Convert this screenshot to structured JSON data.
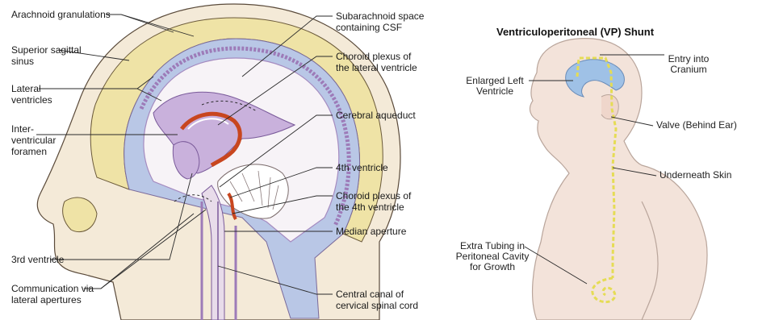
{
  "left_diagram": {
    "labels": {
      "arachnoid_granulations": "Arachnoid granulations",
      "superior_sagittal_sinus": "Superior sagittal\nsinus",
      "lateral_ventricles": "Lateral\nventricles",
      "interventricular_foramen": "Inter-\nventricular\nforamen",
      "third_ventricle": "3rd ventricle",
      "communication_lateral_apertures": "Communication via\nlateral apertures",
      "subarachnoid_space": "Subarachnoid space\ncontaining CSF",
      "choroid_plexus_lateral": "Choroid plexus of\nthe lateral ventricle",
      "cerebral_aqueduct": "Cerebral aqueduct",
      "fourth_ventricle": "4th ventricle",
      "choroid_plexus_fourth": "Choroid plexus of\nthe 4th ventricle",
      "median_aperture": "Median aperture",
      "central_canal": "Central canal of\ncervical spinal cord"
    },
    "colors": {
      "skin": "#f4ead8",
      "bone": "#efe3a6",
      "csf_space": "#b9c7e6",
      "brain": "#f7f3f7",
      "ventricle": "#c9b1dc",
      "choroid": "#c8461f",
      "dura": "#9d7bb8"
    }
  },
  "right_diagram": {
    "title": "Ventriculoperitoneal (VP) Shunt",
    "labels": {
      "enlarged_left_ventricle": "Enlarged Left\nVentricle",
      "entry_into_cranium": "Entry into\nCranium",
      "valve_behind_ear": "Valve (Behind Ear)",
      "underneath_skin": "Underneath Skin",
      "extra_tubing": "Extra Tubing in\nPeritoneal Cavity\nfor Growth"
    },
    "colors": {
      "skin": "#f3e3da",
      "ventricle": "#9fc1e6",
      "shunt": "#e5dc55",
      "outline": "#b9a59b"
    }
  }
}
